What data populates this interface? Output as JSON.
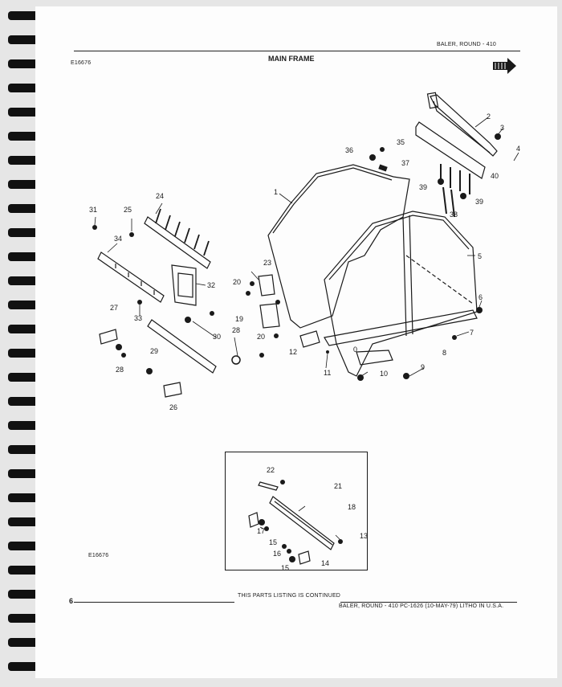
{
  "header": {
    "right_title": "BALER, ROUND - 410",
    "section_title": "MAIN FRAME",
    "figure_code": "E16676"
  },
  "inset": {
    "figure_code": "E16676"
  },
  "footer": {
    "page_number": "6",
    "continued": "THIS PARTS LISTING IS CONTINUED",
    "publication": "BALER, ROUND - 410   PC-1626 (10-MAY-79)   LITHO IN U.S.A."
  },
  "callouts": [
    "1",
    "2",
    "3",
    "4",
    "5",
    "6",
    "7",
    "8",
    "9",
    "10",
    "11",
    "12",
    "13",
    "14",
    "15",
    "16",
    "17",
    "18",
    "19",
    "20",
    "21",
    "22",
    "23",
    "24",
    "25",
    "26",
    "27",
    "28",
    "29",
    "30",
    "31",
    "32",
    "33",
    "34",
    "35",
    "36",
    "37",
    "38",
    "39",
    "40",
    "0"
  ],
  "colors": {
    "ink": "#1a1a1a",
    "paper": "#fdfdfd",
    "background": "#e6e6e6"
  }
}
